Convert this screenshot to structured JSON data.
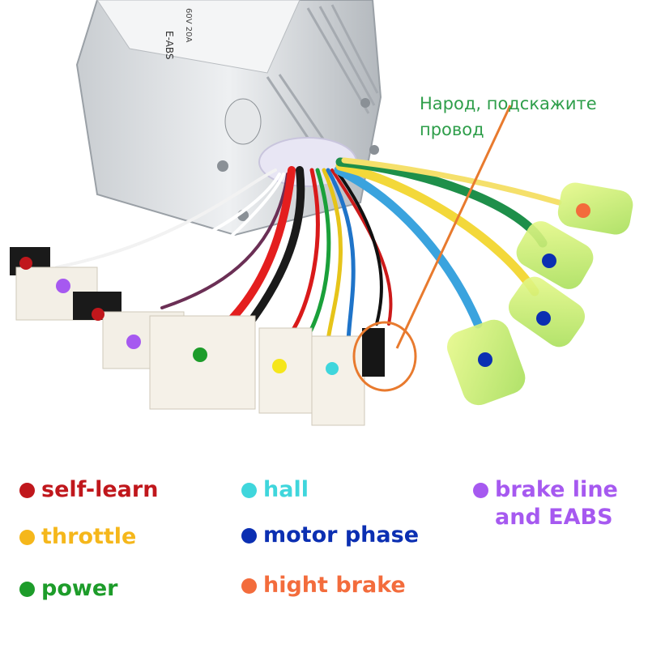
{
  "annotation": {
    "line1": "Народ, подскажите",
    "line2": "провод"
  },
  "legend": [
    {
      "id": "self-learn",
      "label": "self-learn",
      "color": "#c0171c"
    },
    {
      "id": "hall",
      "label": "hall",
      "color": "#3fd6dc"
    },
    {
      "id": "brake",
      "label": "brake line and EABS",
      "color": "#a659f0"
    },
    {
      "id": "throttle",
      "label": "throttle",
      "color": "#f5b71b"
    },
    {
      "id": "motor-phase",
      "label": "motor phase",
      "color": "#0b2fb2"
    },
    {
      "id": "power",
      "label": "power",
      "color": "#1d9c2a"
    },
    {
      "id": "hight-brake",
      "label": "hight brake",
      "color": "#f36c3c"
    }
  ],
  "controller_label": {
    "model": "E-ABS",
    "spec": "60V 20A"
  },
  "colors": {
    "highlight_circle": "#e87a2e",
    "annotation_text": "#2e9e4a"
  }
}
